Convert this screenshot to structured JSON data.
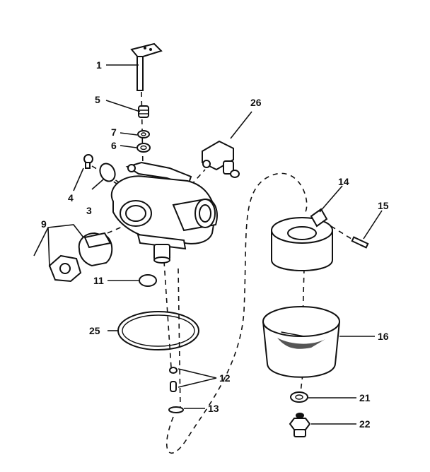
{
  "diagram": {
    "parts": [
      {
        "key": "throttle_shaft",
        "number": "1"
      },
      {
        "key": "spring_5",
        "number": "5"
      },
      {
        "key": "washer_7",
        "number": "7"
      },
      {
        "key": "seal_6",
        "number": "6"
      },
      {
        "key": "screw_4",
        "number": "4"
      },
      {
        "key": "plate_3",
        "number": "3"
      },
      {
        "key": "primer_9",
        "number": "9"
      },
      {
        "key": "plug_11",
        "number": "11"
      },
      {
        "key": "gasket_25",
        "number": "25"
      },
      {
        "key": "needle_12",
        "number": "12"
      },
      {
        "key": "clip_13",
        "number": "13"
      },
      {
        "key": "float_14",
        "number": "14"
      },
      {
        "key": "pin_15",
        "number": "15"
      },
      {
        "key": "bowl_16",
        "number": "16"
      },
      {
        "key": "washer_21",
        "number": "21"
      },
      {
        "key": "nut_22",
        "number": "22"
      },
      {
        "key": "choke_26",
        "number": "26"
      }
    ]
  }
}
